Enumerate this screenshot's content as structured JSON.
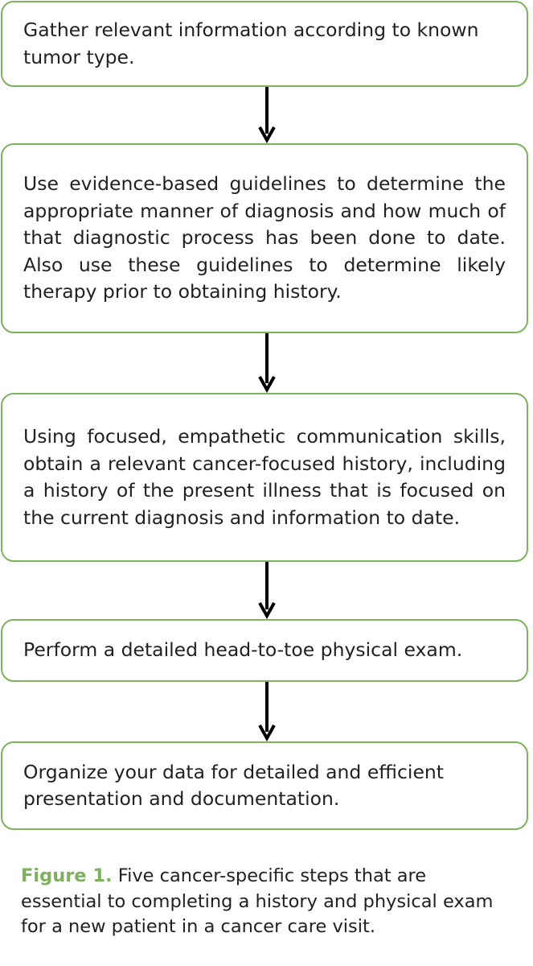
{
  "steps": [
    {
      "text": "Gather relevant information according to known tumor type."
    },
    {
      "text": "Use evidence-based guidelines to determine the appropriate manner of diagnosis and how much of that diagnostic process has been done to date. Also use these guidelines to determine likely therapy prior to obtaining history."
    },
    {
      "text": "Using focused, empathetic communication skills, obtain a relevant cancer-focused his­tory, including a history of the present illness that is focused on the current diagnosis and information to date."
    },
    {
      "text": "Perform a detailed head-to-toe physical exam."
    },
    {
      "text": "Organize your data for detailed and efficient presentation and documentation."
    }
  ],
  "caption": {
    "label": "Figure 1.",
    "text": " Five cancer-specific steps that are essential to completing a history and physical exam for a new patient in a cancer care visit."
  },
  "colors": {
    "box_border": "#7db15b",
    "caption_label": "#7db15b",
    "arrow": "#000000",
    "text": "#231f20"
  }
}
